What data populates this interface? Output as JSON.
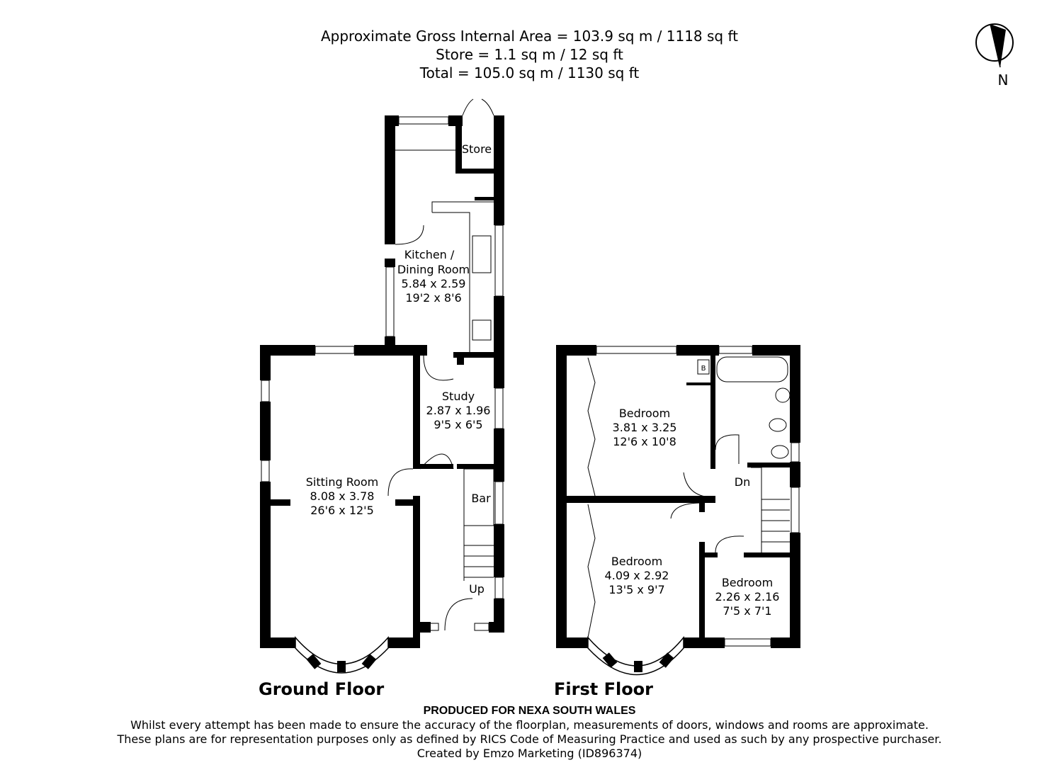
{
  "header": {
    "line1": "Approximate Gross Internal Area = 103.9 sq m / 1118 sq ft",
    "line2": "Store = 1.1 sq m / 12 sq ft",
    "line3": "Total = 105.0 sq m / 1130 sq ft"
  },
  "compass": {
    "label": "N",
    "icon": "north-compass-icon"
  },
  "ground_floor": {
    "title": "Ground Floor",
    "rooms": {
      "kitchen": {
        "name1": "Kitchen /",
        "name2": "Dining Room",
        "metric": "5.84 x 2.59",
        "imperial": "19'2 x 8'6"
      },
      "store": {
        "name": "Store"
      },
      "study": {
        "name": "Study",
        "metric": "2.87 x 1.96",
        "imperial": "9'5 x 6'5"
      },
      "sitting": {
        "name": "Sitting Room",
        "metric": "8.08 x 3.78",
        "imperial": "26'6 x 12'5"
      },
      "bar": {
        "name": "Bar"
      },
      "stairs": {
        "label": "Up"
      }
    }
  },
  "first_floor": {
    "title": "First Floor",
    "rooms": {
      "bedroom1": {
        "name": "Bedroom",
        "metric": "3.81 x 3.25",
        "imperial": "12'6 x 10'8"
      },
      "bedroom2": {
        "name": "Bedroom",
        "metric": "4.09 x 2.92",
        "imperial": "13'5 x 9'7"
      },
      "bedroom3": {
        "name": "Bedroom",
        "metric": "2.26 x 2.16",
        "imperial": "7'5 x 7'1"
      },
      "boiler": {
        "label": "B"
      },
      "stairs": {
        "label": "Dn"
      }
    }
  },
  "footer": {
    "produced": "PRODUCED FOR NEXA SOUTH WALES",
    "line1": "Whilst every attempt has been made to ensure the accuracy of the floorplan, measurements of doors, windows and rooms are approximate.",
    "line2": "These plans are for representation purposes only as defined by RICS Code of Measuring Practice and used as such by any prospective purchaser.",
    "line3": "Created by Emzo Marketing (ID896374)"
  }
}
